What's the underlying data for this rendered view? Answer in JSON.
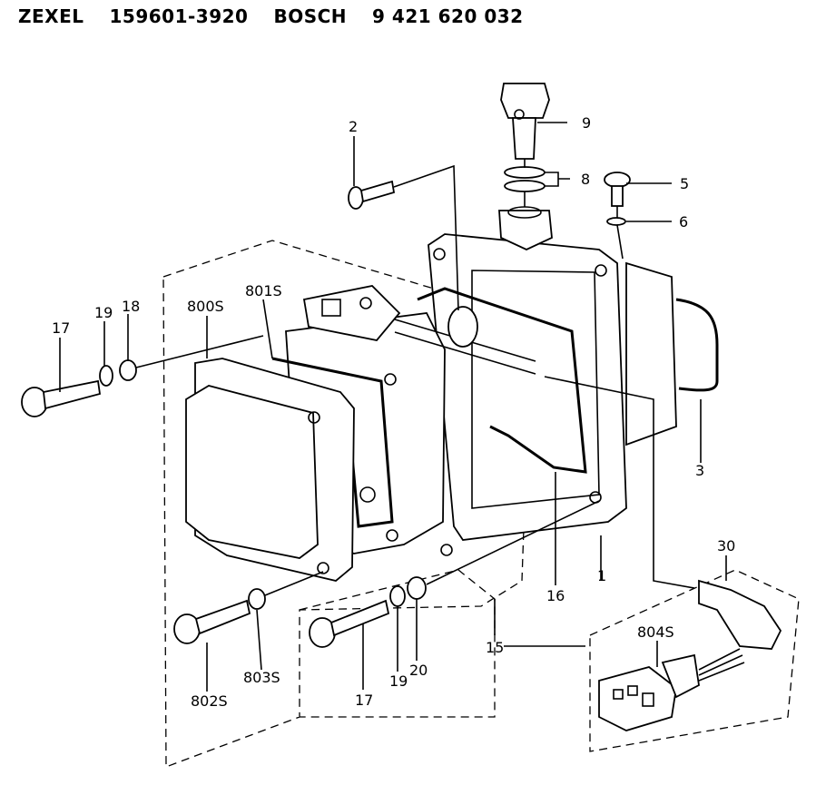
{
  "header": {
    "brand1": "ZEXEL",
    "part1": "159601-3920",
    "brand2": "BOSCH",
    "part2": "9 421 620 032"
  },
  "callouts": {
    "c2": "2",
    "c9": "9",
    "c8": "8",
    "c5": "5",
    "c6": "6",
    "c801s": "801S",
    "c800s": "800S",
    "c17a": "17",
    "c19a": "19",
    "c18": "18",
    "c3": "3",
    "c16": "16",
    "c1": "1",
    "c30": "30",
    "c804s": "804S",
    "c15": "15",
    "c802s": "802S",
    "c803s": "803S",
    "c17b": "17",
    "c19b": "19",
    "c20": "20"
  }
}
